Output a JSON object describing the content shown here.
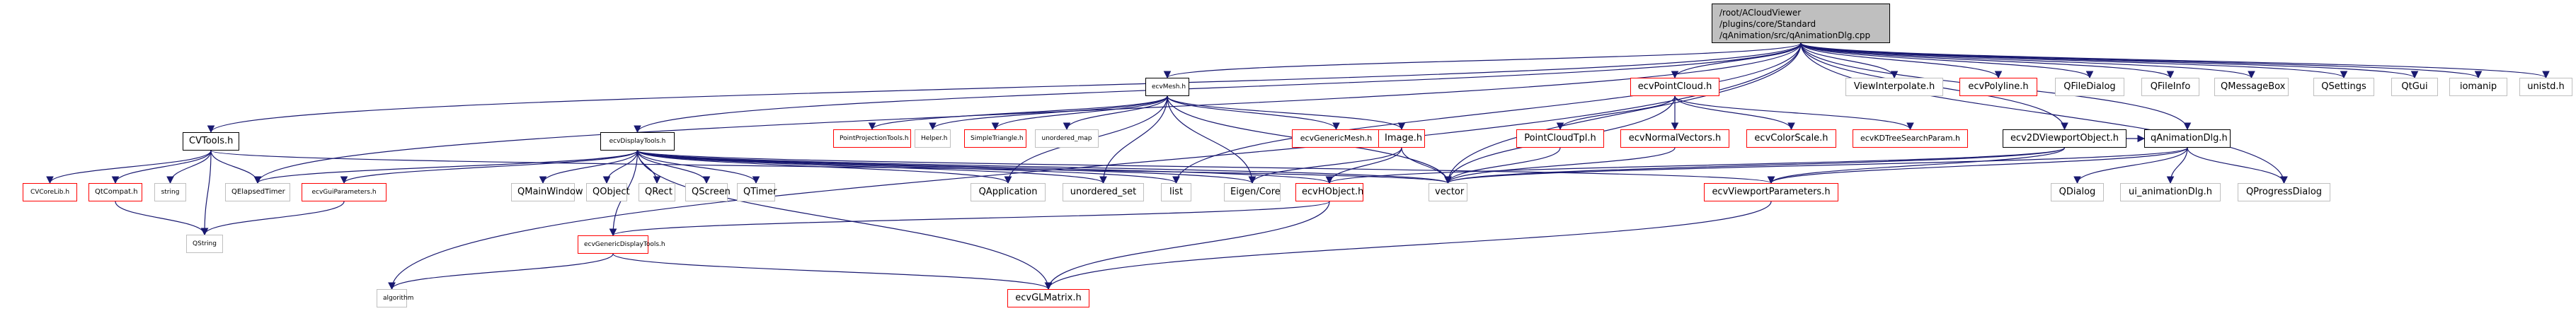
{
  "graph": {
    "type": "include-dependency-graph",
    "edge_color": "#191970",
    "root": {
      "id": "root",
      "label": "/root/ACloudViewer\n/plugins/core/Standard\n/qAnimation/src/qAnimationDlg.cpp"
    },
    "nodes": [
      {
        "id": "CVTools",
        "label": "CVTools.h",
        "kind": "documented"
      },
      {
        "id": "ecvDisplayTools",
        "label": "ecvDisplayTools.h",
        "kind": "documented"
      },
      {
        "id": "ecvMesh",
        "label": "ecvMesh.h",
        "kind": "documented"
      },
      {
        "id": "ecvPointCloud",
        "label": "ecvPointCloud.h",
        "kind": "truncated"
      },
      {
        "id": "ViewInterpolate",
        "label": "ViewInterpolate.h",
        "kind": "external"
      },
      {
        "id": "ecvPolyline",
        "label": "ecvPolyline.h",
        "kind": "truncated"
      },
      {
        "id": "QFileDialog",
        "label": "QFileDialog",
        "kind": "external"
      },
      {
        "id": "QFileInfo",
        "label": "QFileInfo",
        "kind": "external"
      },
      {
        "id": "QMessageBox",
        "label": "QMessageBox",
        "kind": "external"
      },
      {
        "id": "QSettings",
        "label": "QSettings",
        "kind": "external"
      },
      {
        "id": "QtGui",
        "label": "QtGui",
        "kind": "external"
      },
      {
        "id": "iomanip",
        "label": "iomanip",
        "kind": "external"
      },
      {
        "id": "unistd",
        "label": "unistd.h",
        "kind": "external"
      },
      {
        "id": "CVCoreLib",
        "label": "CVCoreLib.h",
        "kind": "truncated"
      },
      {
        "id": "QtCompat",
        "label": "QtCompat.h",
        "kind": "truncated"
      },
      {
        "id": "string",
        "label": "string",
        "kind": "external"
      },
      {
        "id": "QElapsedTimer",
        "label": "QElapsedTimer",
        "kind": "external"
      },
      {
        "id": "ecvGuiParameters",
        "label": "ecvGuiParameters.h",
        "kind": "truncated"
      },
      {
        "id": "QMainWindow",
        "label": "QMainWindow",
        "kind": "external"
      },
      {
        "id": "QObject",
        "label": "QObject",
        "kind": "external"
      },
      {
        "id": "QRect",
        "label": "QRect",
        "kind": "external"
      },
      {
        "id": "QScreen",
        "label": "QScreen",
        "kind": "external"
      },
      {
        "id": "QTimer",
        "label": "QTimer",
        "kind": "external"
      },
      {
        "id": "QApplication",
        "label": "QApplication",
        "kind": "external"
      },
      {
        "id": "unordered_set",
        "label": "unordered_set",
        "kind": "external"
      },
      {
        "id": "list",
        "label": "list",
        "kind": "external"
      },
      {
        "id": "PointProjectionTools",
        "label": "PointProjectionTools.h",
        "kind": "truncated"
      },
      {
        "id": "Helper",
        "label": "Helper.h",
        "kind": "external"
      },
      {
        "id": "SimpleTriangle",
        "label": "SimpleTriangle.h",
        "kind": "truncated"
      },
      {
        "id": "unordered_map",
        "label": "unordered_map",
        "kind": "external"
      },
      {
        "id": "ecvGenericMesh",
        "label": "ecvGenericMesh.h",
        "kind": "truncated"
      },
      {
        "id": "Image",
        "label": "Image.h",
        "kind": "truncated"
      },
      {
        "id": "PointCloudTpl",
        "label": "PointCloudTpl.h",
        "kind": "truncated"
      },
      {
        "id": "ecvNormalVectors",
        "label": "ecvNormalVectors.h",
        "kind": "truncated"
      },
      {
        "id": "ecvColorScale",
        "label": "ecvColorScale.h",
        "kind": "truncated"
      },
      {
        "id": "ecvKDTreeSearchParam",
        "label": "ecvKDTreeSearchParam.h",
        "kind": "truncated"
      },
      {
        "id": "ecv2DViewportObject",
        "label": "ecv2DViewportObject.h",
        "kind": "documented"
      },
      {
        "id": "qAnimationDlg",
        "label": "qAnimationDlg.h",
        "kind": "documented"
      },
      {
        "id": "QString",
        "label": "QString",
        "kind": "external"
      },
      {
        "id": "EigenCore",
        "label": "Eigen/Core",
        "kind": "external"
      },
      {
        "id": "ecvHObject",
        "label": "ecvHObject.h",
        "kind": "truncated"
      },
      {
        "id": "vector",
        "label": "vector",
        "kind": "external"
      },
      {
        "id": "ecvViewportParameters",
        "label": "ecvViewportParameters.h",
        "kind": "truncated"
      },
      {
        "id": "QDialog",
        "label": "QDialog",
        "kind": "external"
      },
      {
        "id": "ui_animationDlg",
        "label": "ui_animationDlg.h",
        "kind": "external"
      },
      {
        "id": "QProgressDialog",
        "label": "QProgressDialog",
        "kind": "external"
      },
      {
        "id": "ecvGenericDisplayTools",
        "label": "ecvGenericDisplayTools.h",
        "kind": "truncated"
      },
      {
        "id": "algorithm",
        "label": "algorithm",
        "kind": "external"
      },
      {
        "id": "ecvGLMatrix",
        "label": "ecvGLMatrix.h",
        "kind": "truncated"
      }
    ],
    "edges": [
      [
        "root",
        "CVTools"
      ],
      [
        "root",
        "ecvDisplayTools"
      ],
      [
        "root",
        "ecvMesh"
      ],
      [
        "root",
        "ecvPointCloud"
      ],
      [
        "root",
        "ViewInterpolate"
      ],
      [
        "root",
        "ecvPolyline"
      ],
      [
        "root",
        "QFileDialog"
      ],
      [
        "root",
        "QFileInfo"
      ],
      [
        "root",
        "QMessageBox"
      ],
      [
        "root",
        "QSettings"
      ],
      [
        "root",
        "QtGui"
      ],
      [
        "root",
        "iomanip"
      ],
      [
        "root",
        "unistd"
      ],
      [
        "root",
        "QElapsedTimer"
      ],
      [
        "root",
        "algorithm"
      ],
      [
        "root",
        "vector"
      ],
      [
        "root",
        "ecv2DViewportObject"
      ],
      [
        "root",
        "qAnimationDlg"
      ],
      [
        "root",
        "QProgressDialog"
      ],
      [
        "root",
        "list"
      ],
      [
        "CVTools",
        "CVCoreLib"
      ],
      [
        "CVTools",
        "QtCompat"
      ],
      [
        "CVTools",
        "string"
      ],
      [
        "CVTools",
        "QString"
      ],
      [
        "CVTools",
        "QElapsedTimer"
      ],
      [
        "CVTools",
        "vector"
      ],
      [
        "QtCompat",
        "QString"
      ],
      [
        "ecvGuiParameters",
        "QString"
      ],
      [
        "ecvDisplayTools",
        "QElapsedTimer"
      ],
      [
        "ecvDisplayTools",
        "ecvGuiParameters"
      ],
      [
        "ecvDisplayTools",
        "QMainWindow"
      ],
      [
        "ecvDisplayTools",
        "QObject"
      ],
      [
        "ecvDisplayTools",
        "QRect"
      ],
      [
        "ecvDisplayTools",
        "QScreen"
      ],
      [
        "ecvDisplayTools",
        "QTimer"
      ],
      [
        "ecvDisplayTools",
        "QApplication"
      ],
      [
        "ecvDisplayTools",
        "unordered_set"
      ],
      [
        "ecvDisplayTools",
        "list"
      ],
      [
        "ecvDisplayTools",
        "vector"
      ],
      [
        "ecvDisplayTools",
        "ecvHObject"
      ],
      [
        "ecvDisplayTools",
        "ecvViewportParameters"
      ],
      [
        "ecvDisplayTools",
        "ecvGenericDisplayTools"
      ],
      [
        "ecvDisplayTools",
        "ecvGLMatrix"
      ],
      [
        "ecvDisplayTools",
        "EigenCore"
      ],
      [
        "ecvMesh",
        "PointProjectionTools"
      ],
      [
        "ecvMesh",
        "Helper"
      ],
      [
        "ecvMesh",
        "SimpleTriangle"
      ],
      [
        "ecvMesh",
        "unordered_map"
      ],
      [
        "ecvMesh",
        "ecvGenericMesh"
      ],
      [
        "ecvMesh",
        "Image"
      ],
      [
        "ecvMesh",
        "EigenCore"
      ],
      [
        "ecvMesh",
        "vector"
      ],
      [
        "ecvMesh",
        "QApplication"
      ],
      [
        "ecvMesh",
        "unordered_set"
      ],
      [
        "Image",
        "EigenCore"
      ],
      [
        "Image",
        "ecvHObject"
      ],
      [
        "Image",
        "vector"
      ],
      [
        "ecvPointCloud",
        "PointCloudTpl"
      ],
      [
        "ecvPointCloud",
        "ecvNormalVectors"
      ],
      [
        "ecvPointCloud",
        "ecvColorScale"
      ],
      [
        "ecvPointCloud",
        "ecvKDTreeSearchParam"
      ],
      [
        "ecvPointCloud",
        "vector"
      ],
      [
        "PointCloudTpl",
        "vector"
      ],
      [
        "ecvNormalVectors",
        "vector"
      ],
      [
        "ecvHObject",
        "ecvGenericDisplayTools"
      ],
      [
        "ecvHObject",
        "ecvGLMatrix"
      ],
      [
        "ecvGenericDisplayTools",
        "algorithm"
      ],
      [
        "ecvGenericDisplayTools",
        "ecvGLMatrix"
      ],
      [
        "ecvViewportParameters",
        "ecvGLMatrix"
      ],
      [
        "ecv2DViewportObject",
        "ecvHObject"
      ],
      [
        "ecv2DViewportObject",
        "ecvViewportParameters"
      ],
      [
        "ecv2DViewportObject",
        "vector"
      ],
      [
        "ecv2DViewportObject",
        "qAnimationDlg"
      ],
      [
        "qAnimationDlg",
        "QDialog"
      ],
      [
        "qAnimationDlg",
        "ui_animationDlg"
      ],
      [
        "qAnimationDlg",
        "QProgressDialog"
      ],
      [
        "qAnimationDlg",
        "vector"
      ],
      [
        "qAnimationDlg",
        "ecvViewportParameters"
      ]
    ]
  }
}
